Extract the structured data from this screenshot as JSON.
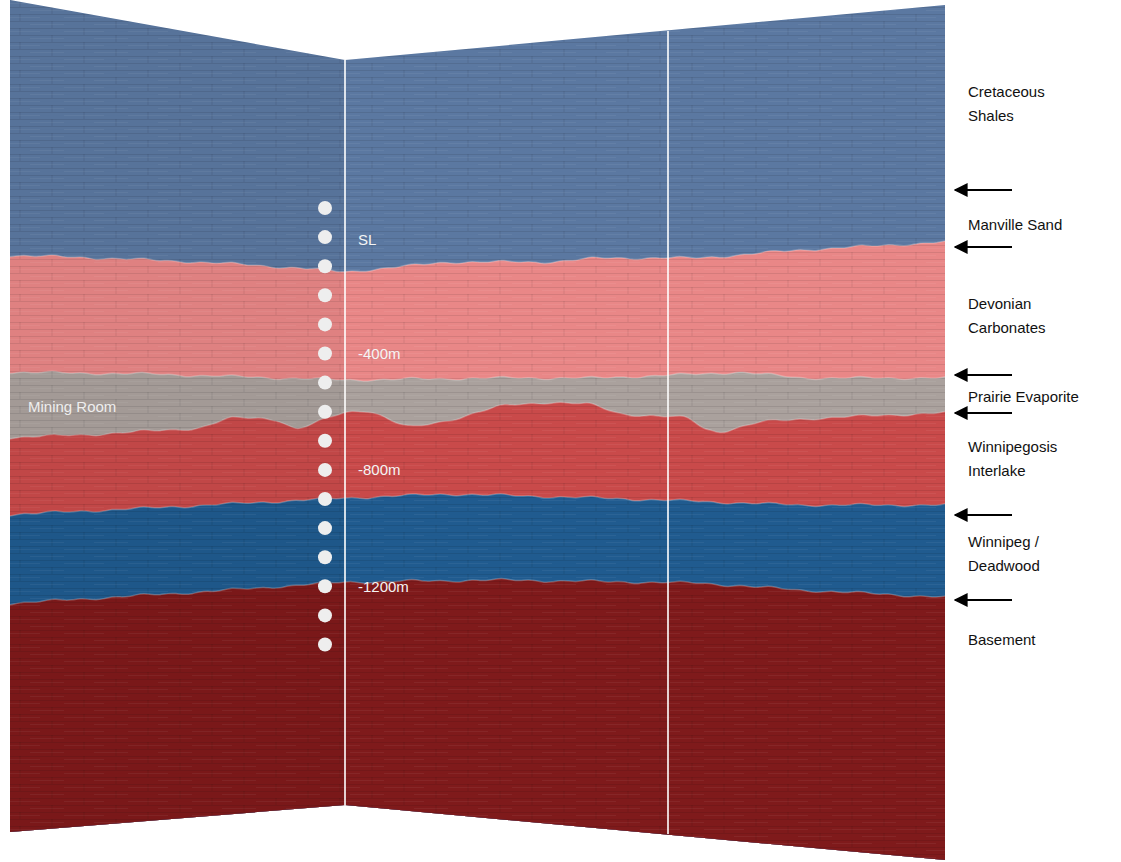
{
  "diagram": {
    "labels": [
      "Cretaceous Shales",
      "Manville Sand",
      "Devonian Carbonates",
      "Prairie Evaporite",
      "Winnipegosis Interlake",
      "Winnipeg / Deadwood",
      "Basement",
      "SL",
      "-400m",
      "-800m",
      "-1200m",
      "Mining Room"
    ]
  }
}
